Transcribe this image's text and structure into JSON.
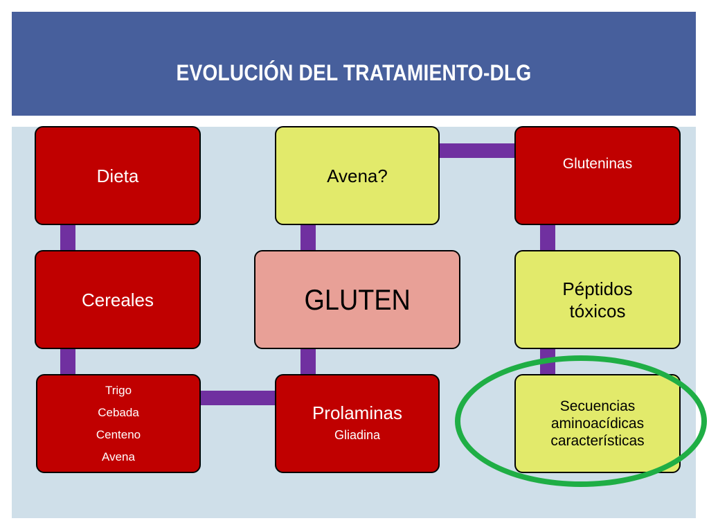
{
  "title": "EVOLUCIÓN DEL TRATAMIENTO-DLG",
  "colors": {
    "header_bg": "#475f9c",
    "panel_bg": "#cfdfe9",
    "red_box": "#c00000",
    "yellow_box": "#e2ea6b",
    "pink_box": "#e8a097",
    "connector": "#7030a0",
    "highlight_ring": "#1fae45"
  },
  "nodes": {
    "dieta": "Dieta",
    "cereales": "Cereales",
    "cereals_list": [
      "Trigo",
      "Cebada",
      "Centeno",
      "Avena"
    ],
    "avena": "Avena?",
    "gluten": "GLUTEN",
    "prolaminas": "Prolaminas",
    "gliadina": "Gliadina",
    "gluteninas": "Gluteninas",
    "peptidos": [
      "Péptidos",
      "tóxicos"
    ],
    "secuencias": [
      "Secuencias",
      "aminoacídicas",
      "características"
    ]
  }
}
